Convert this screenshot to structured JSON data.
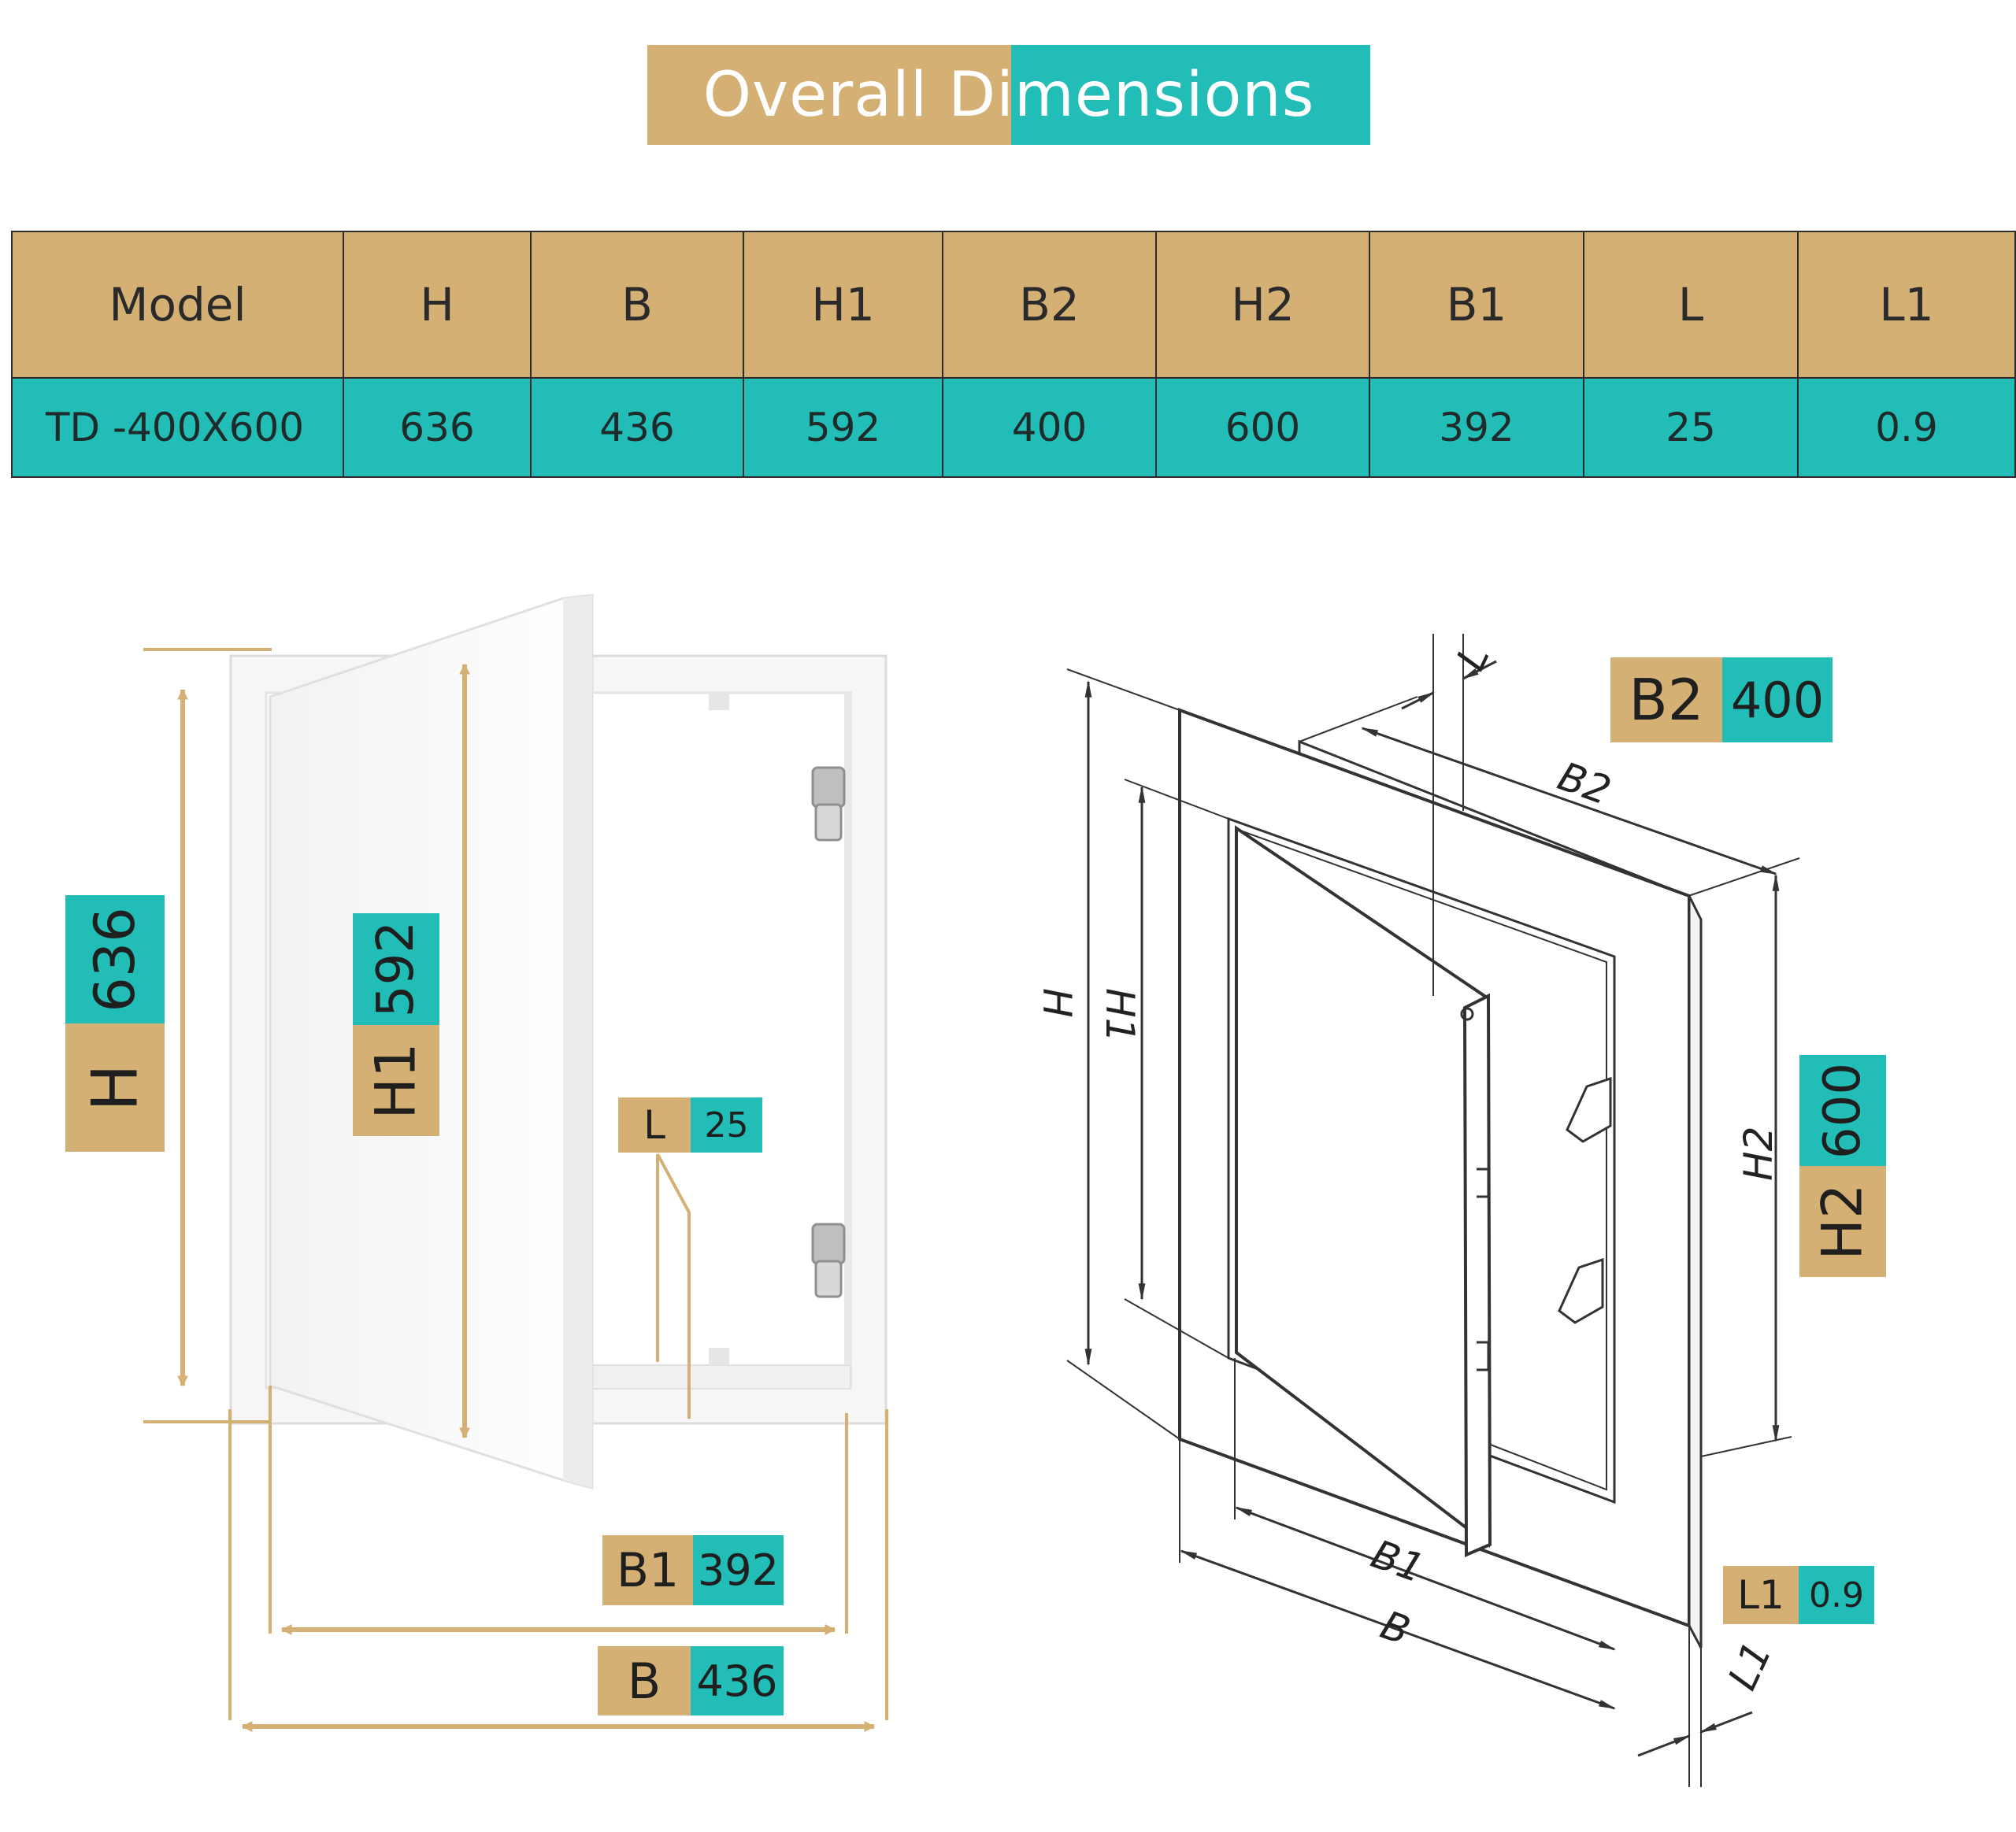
{
  "title": "Overall Dimensions",
  "table": {
    "headers": [
      "Model",
      "H",
      "B",
      "H1",
      "B2",
      "H2",
      "B1",
      "L",
      "L1"
    ],
    "row": [
      "TD -400X600",
      "636",
      "436",
      "592",
      "400",
      "600",
      "392",
      "25",
      "0.9"
    ]
  },
  "left_diagram": {
    "H": {
      "label": "H",
      "value": "636"
    },
    "H1": {
      "label": "H1",
      "value": "592"
    },
    "L": {
      "label": "L",
      "value": "25"
    },
    "B1": {
      "label": "B1",
      "value": "392"
    },
    "B": {
      "label": "B",
      "value": "436"
    }
  },
  "right_diagram": {
    "B2": {
      "label": "B2",
      "value": "400"
    },
    "H2": {
      "label": "H2",
      "value": "600"
    },
    "L1": {
      "label": "L1",
      "value": "0.9"
    },
    "line_labels": {
      "H": "H",
      "H1": "H1",
      "L": "L",
      "B2": "B2",
      "H2": "H2",
      "B1": "B1",
      "B": "B",
      "L1": "L1"
    }
  },
  "colors": {
    "tan": "#D5B075",
    "teal": "#22BDB6",
    "line": "#333333"
  }
}
